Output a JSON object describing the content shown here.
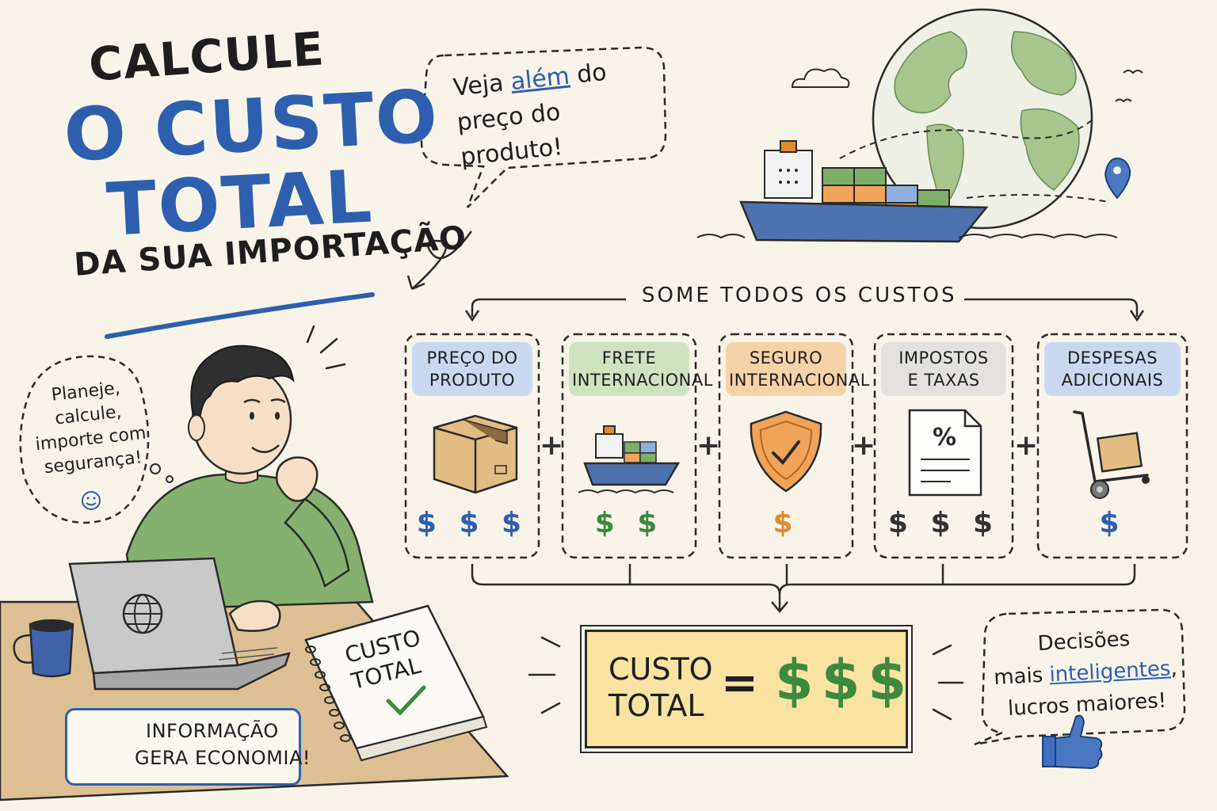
{
  "title": {
    "line1": "CALCULE",
    "line2": "O CUSTO",
    "line3": "TOTAL",
    "line4": "DA SUA IMPORTAÇÃO"
  },
  "speech_top": {
    "part1": "Veja ",
    "highlight": "além",
    "part2": " do",
    "line2": "preço do produto!"
  },
  "flow_label": "SOME TODOS OS CUSTOS",
  "cost_items": [
    {
      "label_line1": "PREÇO DO",
      "label_line2": "PRODUTO",
      "money": "$ $ $",
      "color": "#2e5fae",
      "bg": "#c9d8ef",
      "icon": "box-icon"
    },
    {
      "label_line1": "FRETE",
      "label_line2": "INTERNACIONAL",
      "money": "$ $",
      "color": "#3d8a3d",
      "bg": "#cfe3c0",
      "icon": "cargo-ship-icon"
    },
    {
      "label_line1": "SEGURO",
      "label_line2": "INTERNACIONAL",
      "money": "$",
      "color": "#e08a2e",
      "bg": "#f6d2a8",
      "icon": "shield-check-icon"
    },
    {
      "label_line1": "IMPOSTOS",
      "label_line2": "E TAXAS",
      "money": "$ $ $",
      "color": "#333333",
      "bg": "#e3e1dc",
      "icon": "tax-document-icon"
    },
    {
      "label_line1": "DESPESAS",
      "label_line2": "ADICIONAIS",
      "money": "$",
      "color": "#2e5fae",
      "bg": "#c9d8ef",
      "icon": "hand-truck-icon"
    }
  ],
  "plus_sign": "+",
  "result": {
    "label_line1": "CUSTO",
    "label_line2": "TOTAL",
    "equals": "=",
    "money": "$$$"
  },
  "speech_right": {
    "line1": "Decisões",
    "line2_part1": "mais ",
    "line2_highlight": "inteligentes",
    "line2_part2": ",",
    "line3": "lucros maiores!"
  },
  "speech_left": {
    "line1": "Planeje,",
    "line2": "calcule,",
    "line3": "importe com",
    "line4": "segurança!"
  },
  "notebook": {
    "line1": "CUSTO",
    "line2": "TOTAL"
  },
  "info_box": {
    "line1": "INFORMAÇÃO",
    "line2": "GERA ECONOMIA!"
  },
  "colors": {
    "blue": "#2e5fae",
    "green": "#3d8a3d",
    "orange": "#e08a2e",
    "background": "#f8f4ea",
    "result_fill": "#f8e3a2"
  }
}
